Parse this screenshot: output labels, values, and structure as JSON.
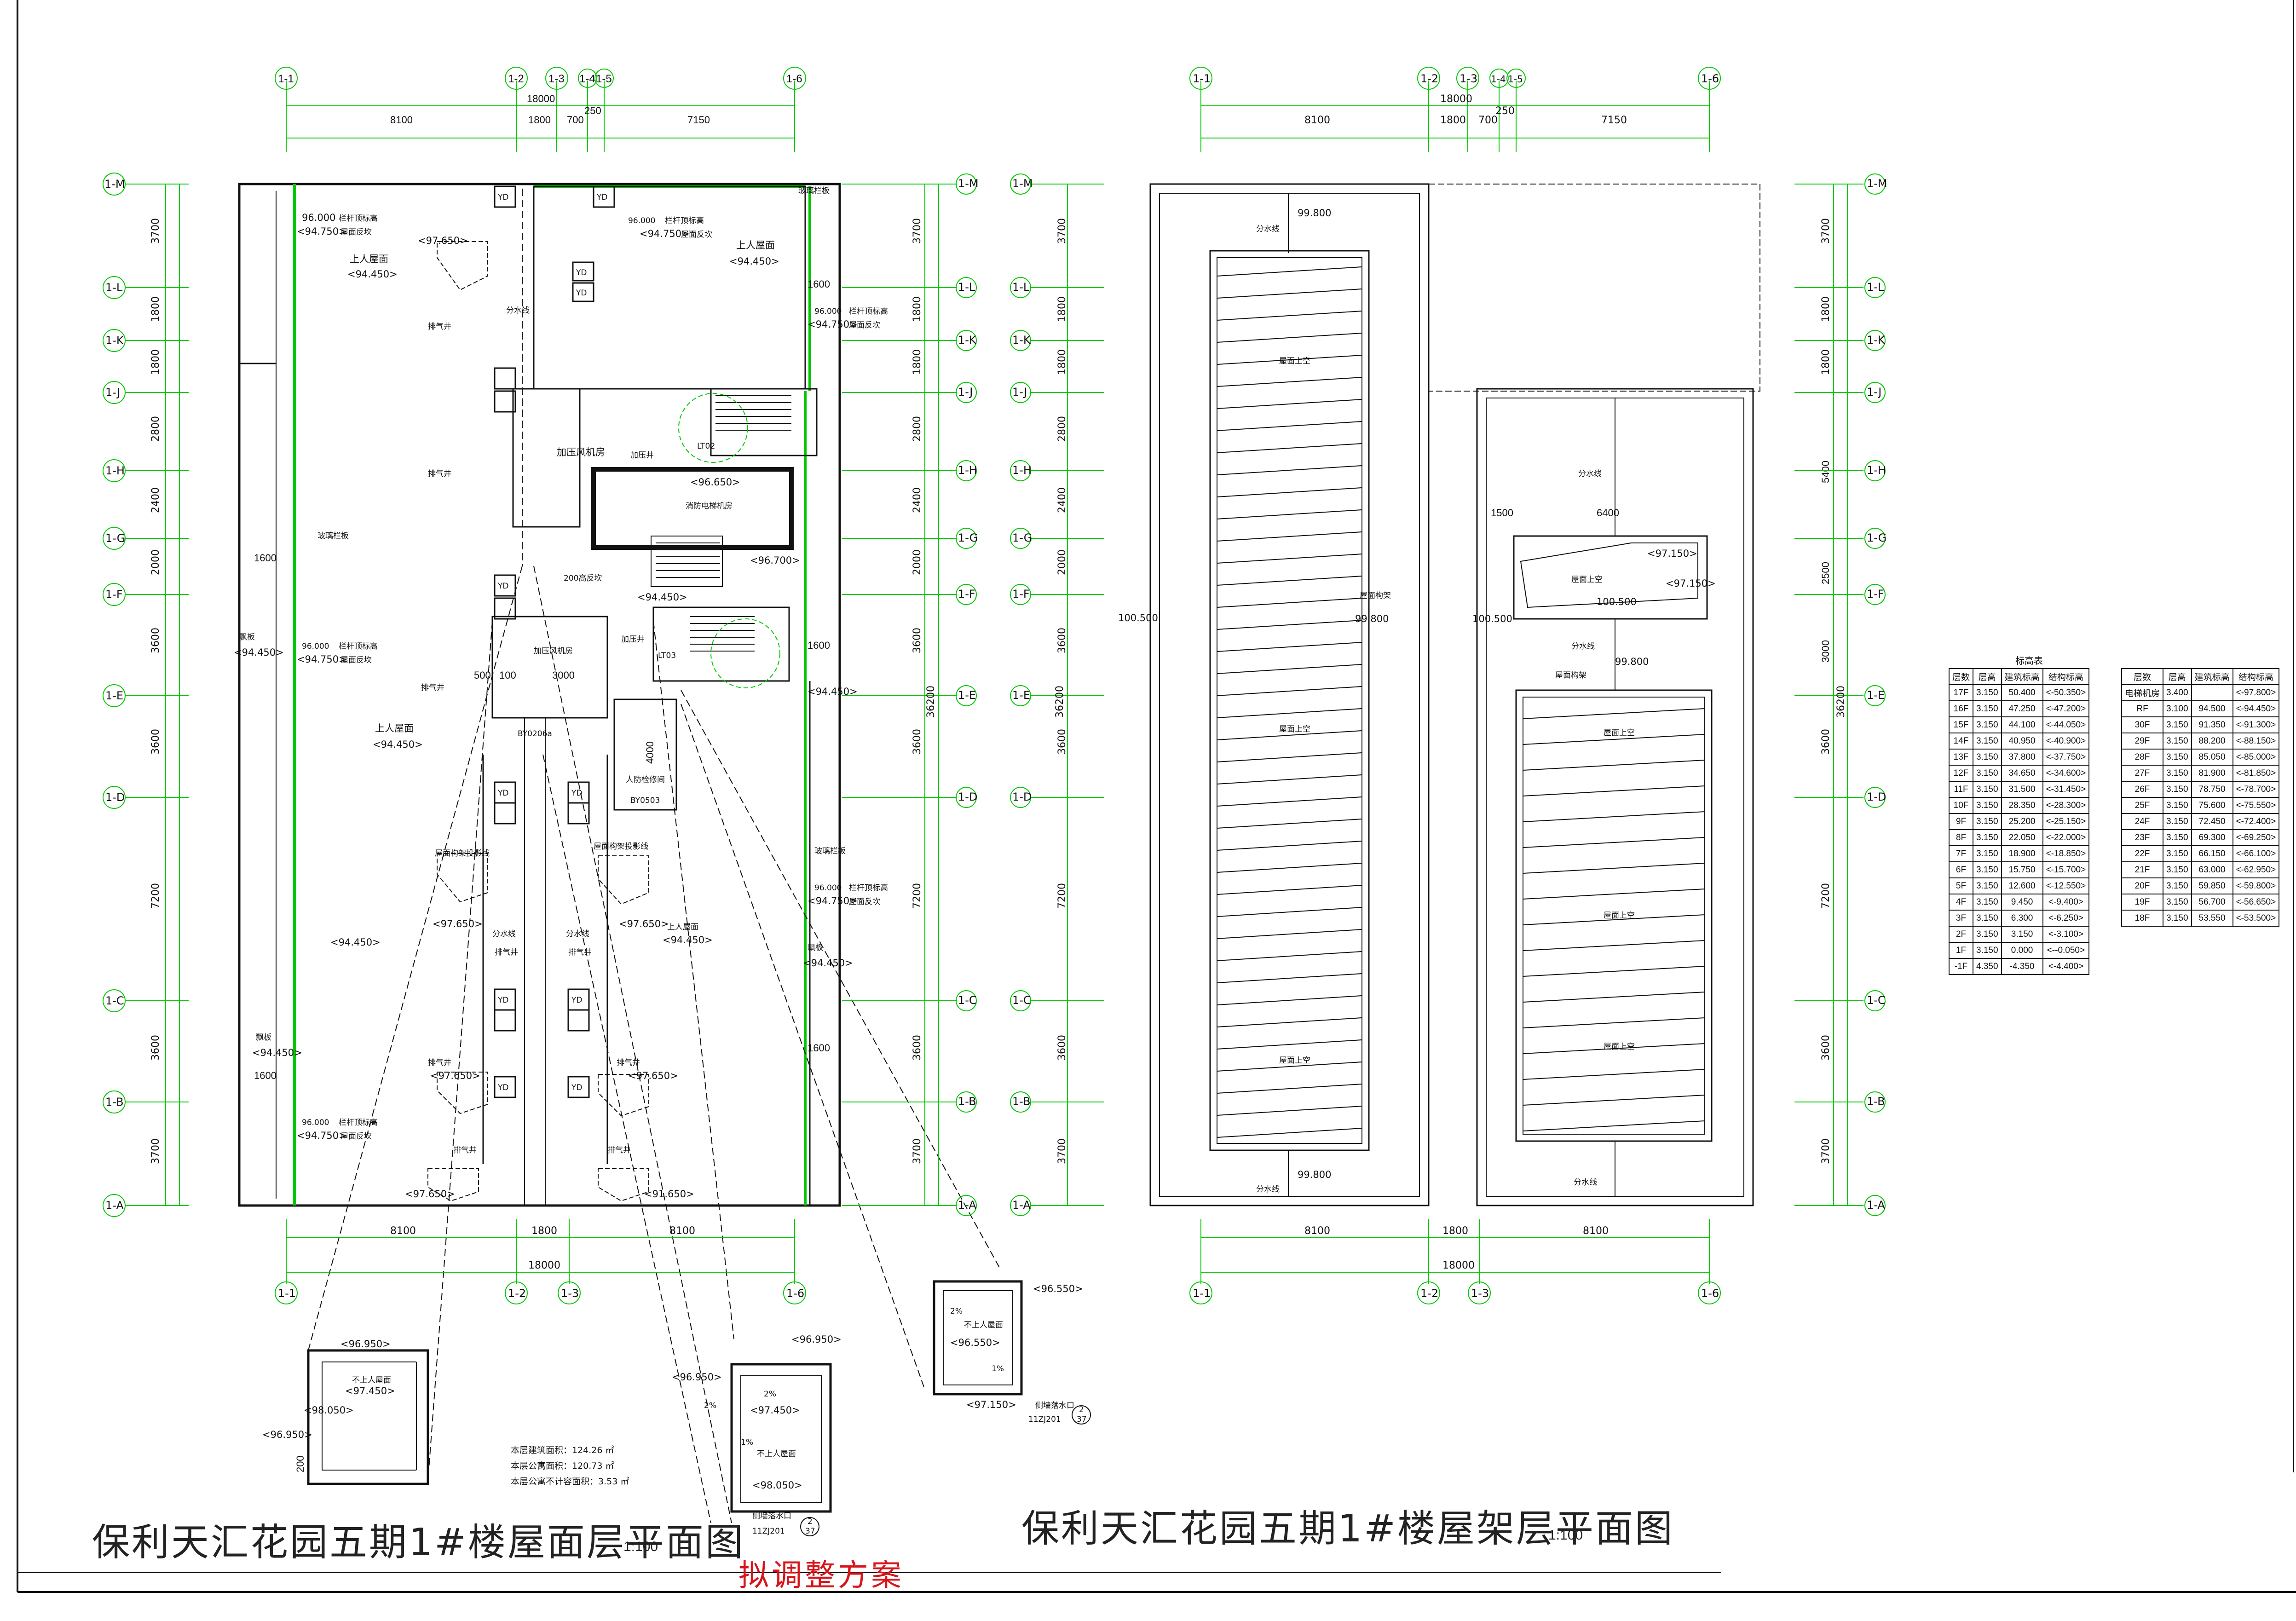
{
  "titles": {
    "left": "保利天汇花园五期1#楼屋面层平面图",
    "right": "保利天汇花园五期1#楼屋架层平面图",
    "scale": "1:100",
    "stamp": "拟调整方案"
  },
  "grid": {
    "cols": [
      "1-1",
      "1-2",
      "1-3",
      "1-4",
      "1-5",
      "1-6"
    ],
    "rows": [
      "1-M",
      "1-L",
      "1-K",
      "1-J",
      "1-H",
      "1-G",
      "1-F",
      "1-E",
      "1-D",
      "1-C",
      "1-B",
      "1-A"
    ],
    "top_dims": [
      "8100",
      "1800",
      "700",
      "250",
      "7150"
    ],
    "bottom_dims": [
      "8100",
      "1800",
      "8100"
    ],
    "overall": "18000",
    "row_dims": [
      "3700",
      "1800",
      "1800",
      "2800",
      "2400",
      "2000",
      "3600",
      "3600",
      "7200",
      "3600",
      "3700"
    ],
    "row_total": "36200",
    "right_row_dims": [
      "5400",
      "2500",
      "3000"
    ]
  },
  "labels": {
    "roof_up": "上人屋面",
    "roof_no": "不上人屋面",
    "vent": "排气井",
    "divide": "分水线",
    "parapet": "栏杆顶标高",
    "flip": "屋面反坎",
    "glass": "玻璃栏板",
    "eave": "飘板",
    "fan_room": "加压风机房",
    "pressure": "加压井",
    "elev_room": "消防电梯机房",
    "maint": "人防检修间",
    "struct": "屋面构架",
    "struct_edge": "屋面构架投影线",
    "over": "屋面上空",
    "pipe": "侧墙落水口",
    "lt": "LT02",
    "lt2": "LT03",
    "door1": "BY0206a",
    "door2": "BY0503",
    "dt": "200高反坎",
    "yd": "YD",
    "tuj": "11ZJ201",
    "tujn": "2",
    "tujd": "37"
  },
  "elevations": {
    "e96000": "96.000",
    "e94750": "<94.750>",
    "e94450": "<94.450>",
    "e97650": "<97.650>",
    "e96650": "<96.650>",
    "e96700": "<96.700>",
    "e99800": "99.800",
    "e100500": "100.500",
    "e97150": "<97.150>",
    "e96950": "<96.950>",
    "e97450": "<97.450>",
    "e98050": "<98.050>",
    "e96550": "<96.550>",
    "e91650": "<91.650>"
  },
  "detail_dims": [
    "1500",
    "6400",
    "1600",
    "4000",
    "500",
    "100",
    "3000",
    "200"
  ],
  "slopes": [
    "2%",
    "1%"
  ],
  "notes": [
    "本层建筑面积：124.26 ㎡",
    "本层公寓面积：120.73 ㎡",
    "本层公寓不计容面积：3.53 ㎡"
  ],
  "level_table": {
    "caption": "标高表",
    "headers": [
      "层数",
      "层高",
      "建筑标高",
      "结构标高"
    ],
    "left_rows": [
      [
        "17F",
        "3.150",
        "50.400",
        "<-50.350>"
      ],
      [
        "16F",
        "3.150",
        "47.250",
        "<-47.200>"
      ],
      [
        "15F",
        "3.150",
        "44.100",
        "<-44.050>"
      ],
      [
        "14F",
        "3.150",
        "40.950",
        "<-40.900>"
      ],
      [
        "13F",
        "3.150",
        "37.800",
        "<-37.750>"
      ],
      [
        "12F",
        "3.150",
        "34.650",
        "<-34.600>"
      ],
      [
        "11F",
        "3.150",
        "31.500",
        "<-31.450>"
      ],
      [
        "10F",
        "3.150",
        "28.350",
        "<-28.300>"
      ],
      [
        "9F",
        "3.150",
        "25.200",
        "<-25.150>"
      ],
      [
        "8F",
        "3.150",
        "22.050",
        "<-22.000>"
      ],
      [
        "7F",
        "3.150",
        "18.900",
        "<-18.850>"
      ],
      [
        "6F",
        "3.150",
        "15.750",
        "<-15.700>"
      ],
      [
        "5F",
        "3.150",
        "12.600",
        "<-12.550>"
      ],
      [
        "4F",
        "3.150",
        "9.450",
        "<-9.400>"
      ],
      [
        "3F",
        "3.150",
        "6.300",
        "<-6.250>"
      ],
      [
        "2F",
        "3.150",
        "3.150",
        "<-3.100>"
      ],
      [
        "1F",
        "3.150",
        "0.000",
        "<--0.050>"
      ],
      [
        "-1F",
        "4.350",
        "-4.350",
        "<-4.400>"
      ]
    ],
    "right_rows": [
      [
        "电梯机房",
        "3.400",
        "",
        "<-97.800>"
      ],
      [
        "RF",
        "3.100",
        "94.500",
        "<-94.450>"
      ],
      [
        "30F",
        "3.150",
        "91.350",
        "<-91.300>"
      ],
      [
        "29F",
        "3.150",
        "88.200",
        "<-88.150>"
      ],
      [
        "28F",
        "3.150",
        "85.050",
        "<-85.000>"
      ],
      [
        "27F",
        "3.150",
        "81.900",
        "<-81.850>"
      ],
      [
        "26F",
        "3.150",
        "78.750",
        "<-78.700>"
      ],
      [
        "25F",
        "3.150",
        "75.600",
        "<-75.550>"
      ],
      [
        "24F",
        "3.150",
        "72.450",
        "<-72.400>"
      ],
      [
        "23F",
        "3.150",
        "69.300",
        "<-69.250>"
      ],
      [
        "22F",
        "3.150",
        "66.150",
        "<-66.100>"
      ],
      [
        "21F",
        "3.150",
        "63.000",
        "<-62.950>"
      ],
      [
        "20F",
        "3.150",
        "59.850",
        "<-59.800>"
      ],
      [
        "19F",
        "3.150",
        "56.700",
        "<-56.650>"
      ],
      [
        "18F",
        "3.150",
        "53.550",
        "<-53.500>"
      ]
    ]
  }
}
